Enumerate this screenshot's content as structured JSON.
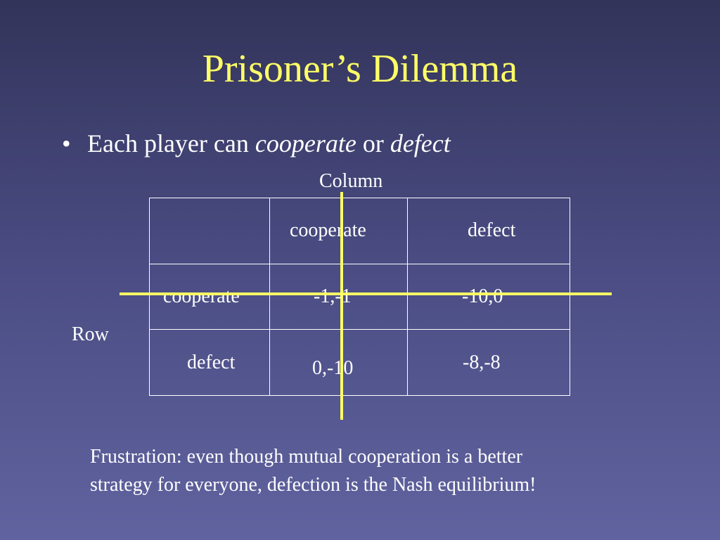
{
  "slide": {
    "title": "Prisoner’s Dilemma",
    "bullet": {
      "marker": "•",
      "text_before": "Each player can ",
      "emphasis_1": "cooperate",
      "text_middle": " or ",
      "emphasis_2": "defect"
    }
  },
  "matrix": {
    "column_player_label": "Column",
    "row_player_label": "Row",
    "column_headers": [
      "cooperate",
      "defect"
    ],
    "row_headers": [
      "cooperate",
      "defect"
    ],
    "payoffs": [
      [
        "-1,-1",
        "-10,0"
      ],
      [
        "0,-10",
        "-8,-8"
      ]
    ]
  },
  "note": {
    "line1": "Frustration: even though mutual cooperation is a better",
    "line2": "strategy for everyone, defection is the Nash equilibrium!"
  },
  "colors": {
    "title": "#ffff66",
    "text": "#ffffff",
    "crosshair": "#ffff66",
    "background_top": "#33345a",
    "background_bottom": "#6163a0"
  }
}
